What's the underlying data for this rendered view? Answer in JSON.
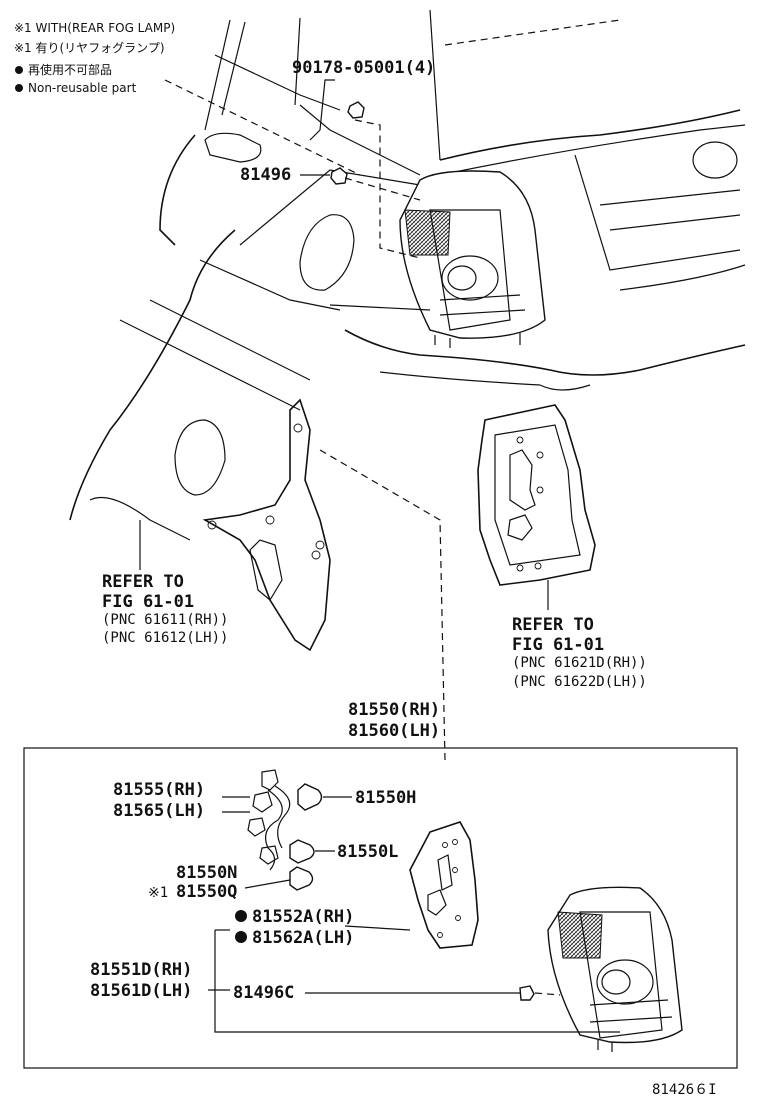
{
  "notes": {
    "line1": "※1 WITH(REAR FOG LAMP)",
    "line2": "※1 有り(リヤフォグランプ)",
    "line3": "再使用不可部品",
    "line4": "Non-reusable part"
  },
  "parts": {
    "p90178": "90178-05001(4)",
    "p81496": "81496",
    "refer_left": {
      "l1": "REFER TO",
      "l2": "FIG 61-01",
      "l3": "(PNC 61611(RH))",
      "l4": "(PNC 61612(LH))"
    },
    "refer_right": {
      "l1": "REFER TO",
      "l2": "FIG 61-01",
      "l3": "(PNC 61621D(RH))",
      "l4": "(PNC 61622D(LH))"
    },
    "p81550rh": "81550(RH)",
    "p81560lh": "81560(LH)",
    "p81555rh": "81555(RH)",
    "p81565lh": "81565(LH)",
    "p81550h": "81550H",
    "p81550l": "81550L",
    "p81550n": "81550N",
    "p81550q_mark": "※1",
    "p81550q": "81550Q",
    "p81552a": "81552A(RH)",
    "p81562a": "81562A(LH)",
    "p81551d": "81551D(RH)",
    "p81561d": "81561D(LH)",
    "p81496c": "81496C"
  },
  "figure_id": "81426６I"
}
